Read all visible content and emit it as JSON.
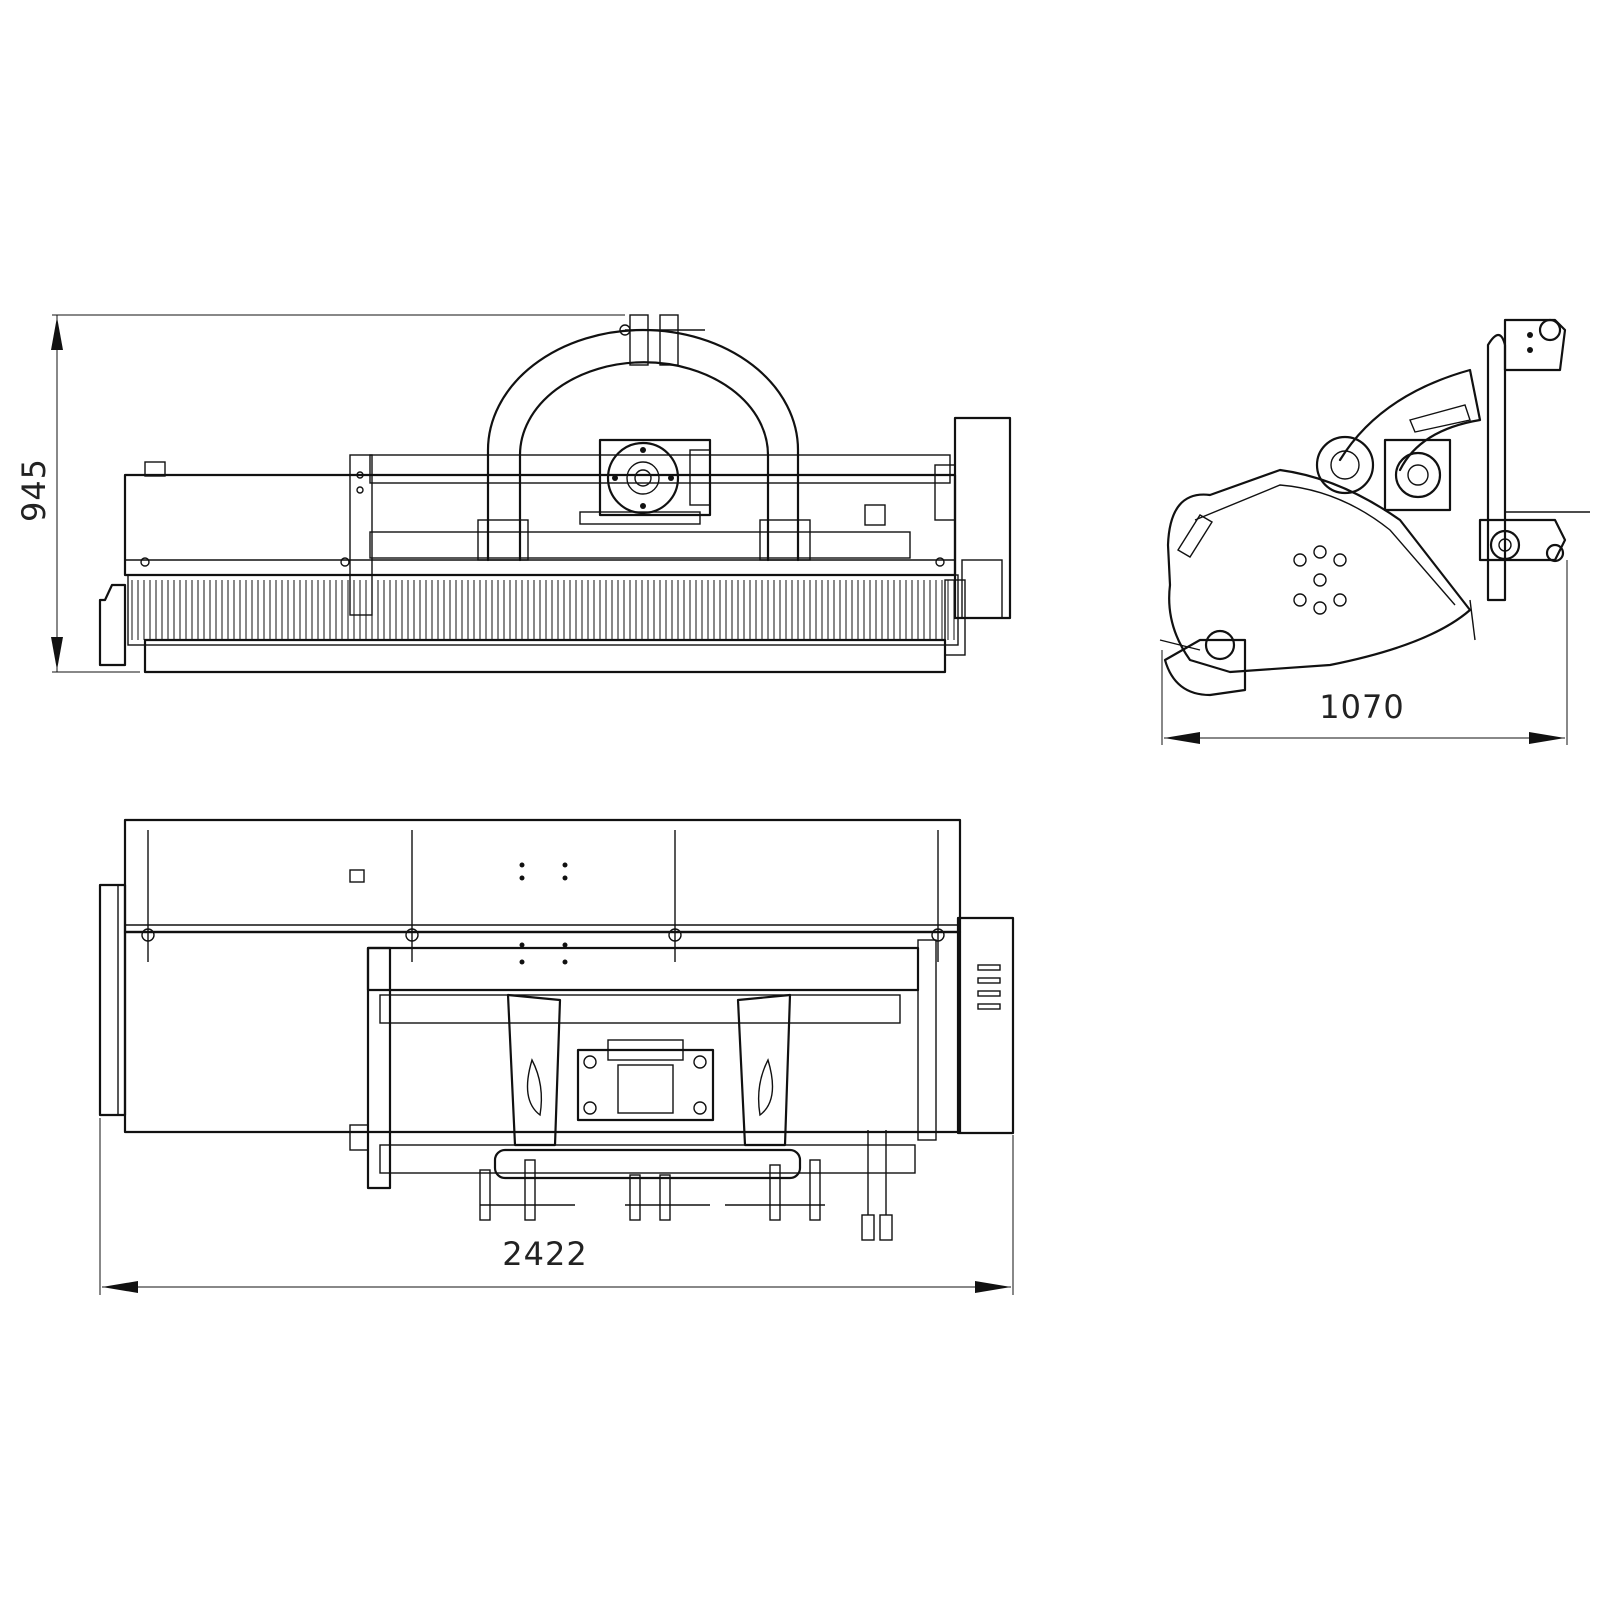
{
  "drawing": {
    "subject": "flail mower",
    "views": {
      "front": {
        "dimension_label": "945"
      },
      "side": {
        "dimension_label": "1070"
      },
      "top": {
        "dimension_label": "2422"
      }
    },
    "line_color": "#111111",
    "background": "#ffffff"
  }
}
